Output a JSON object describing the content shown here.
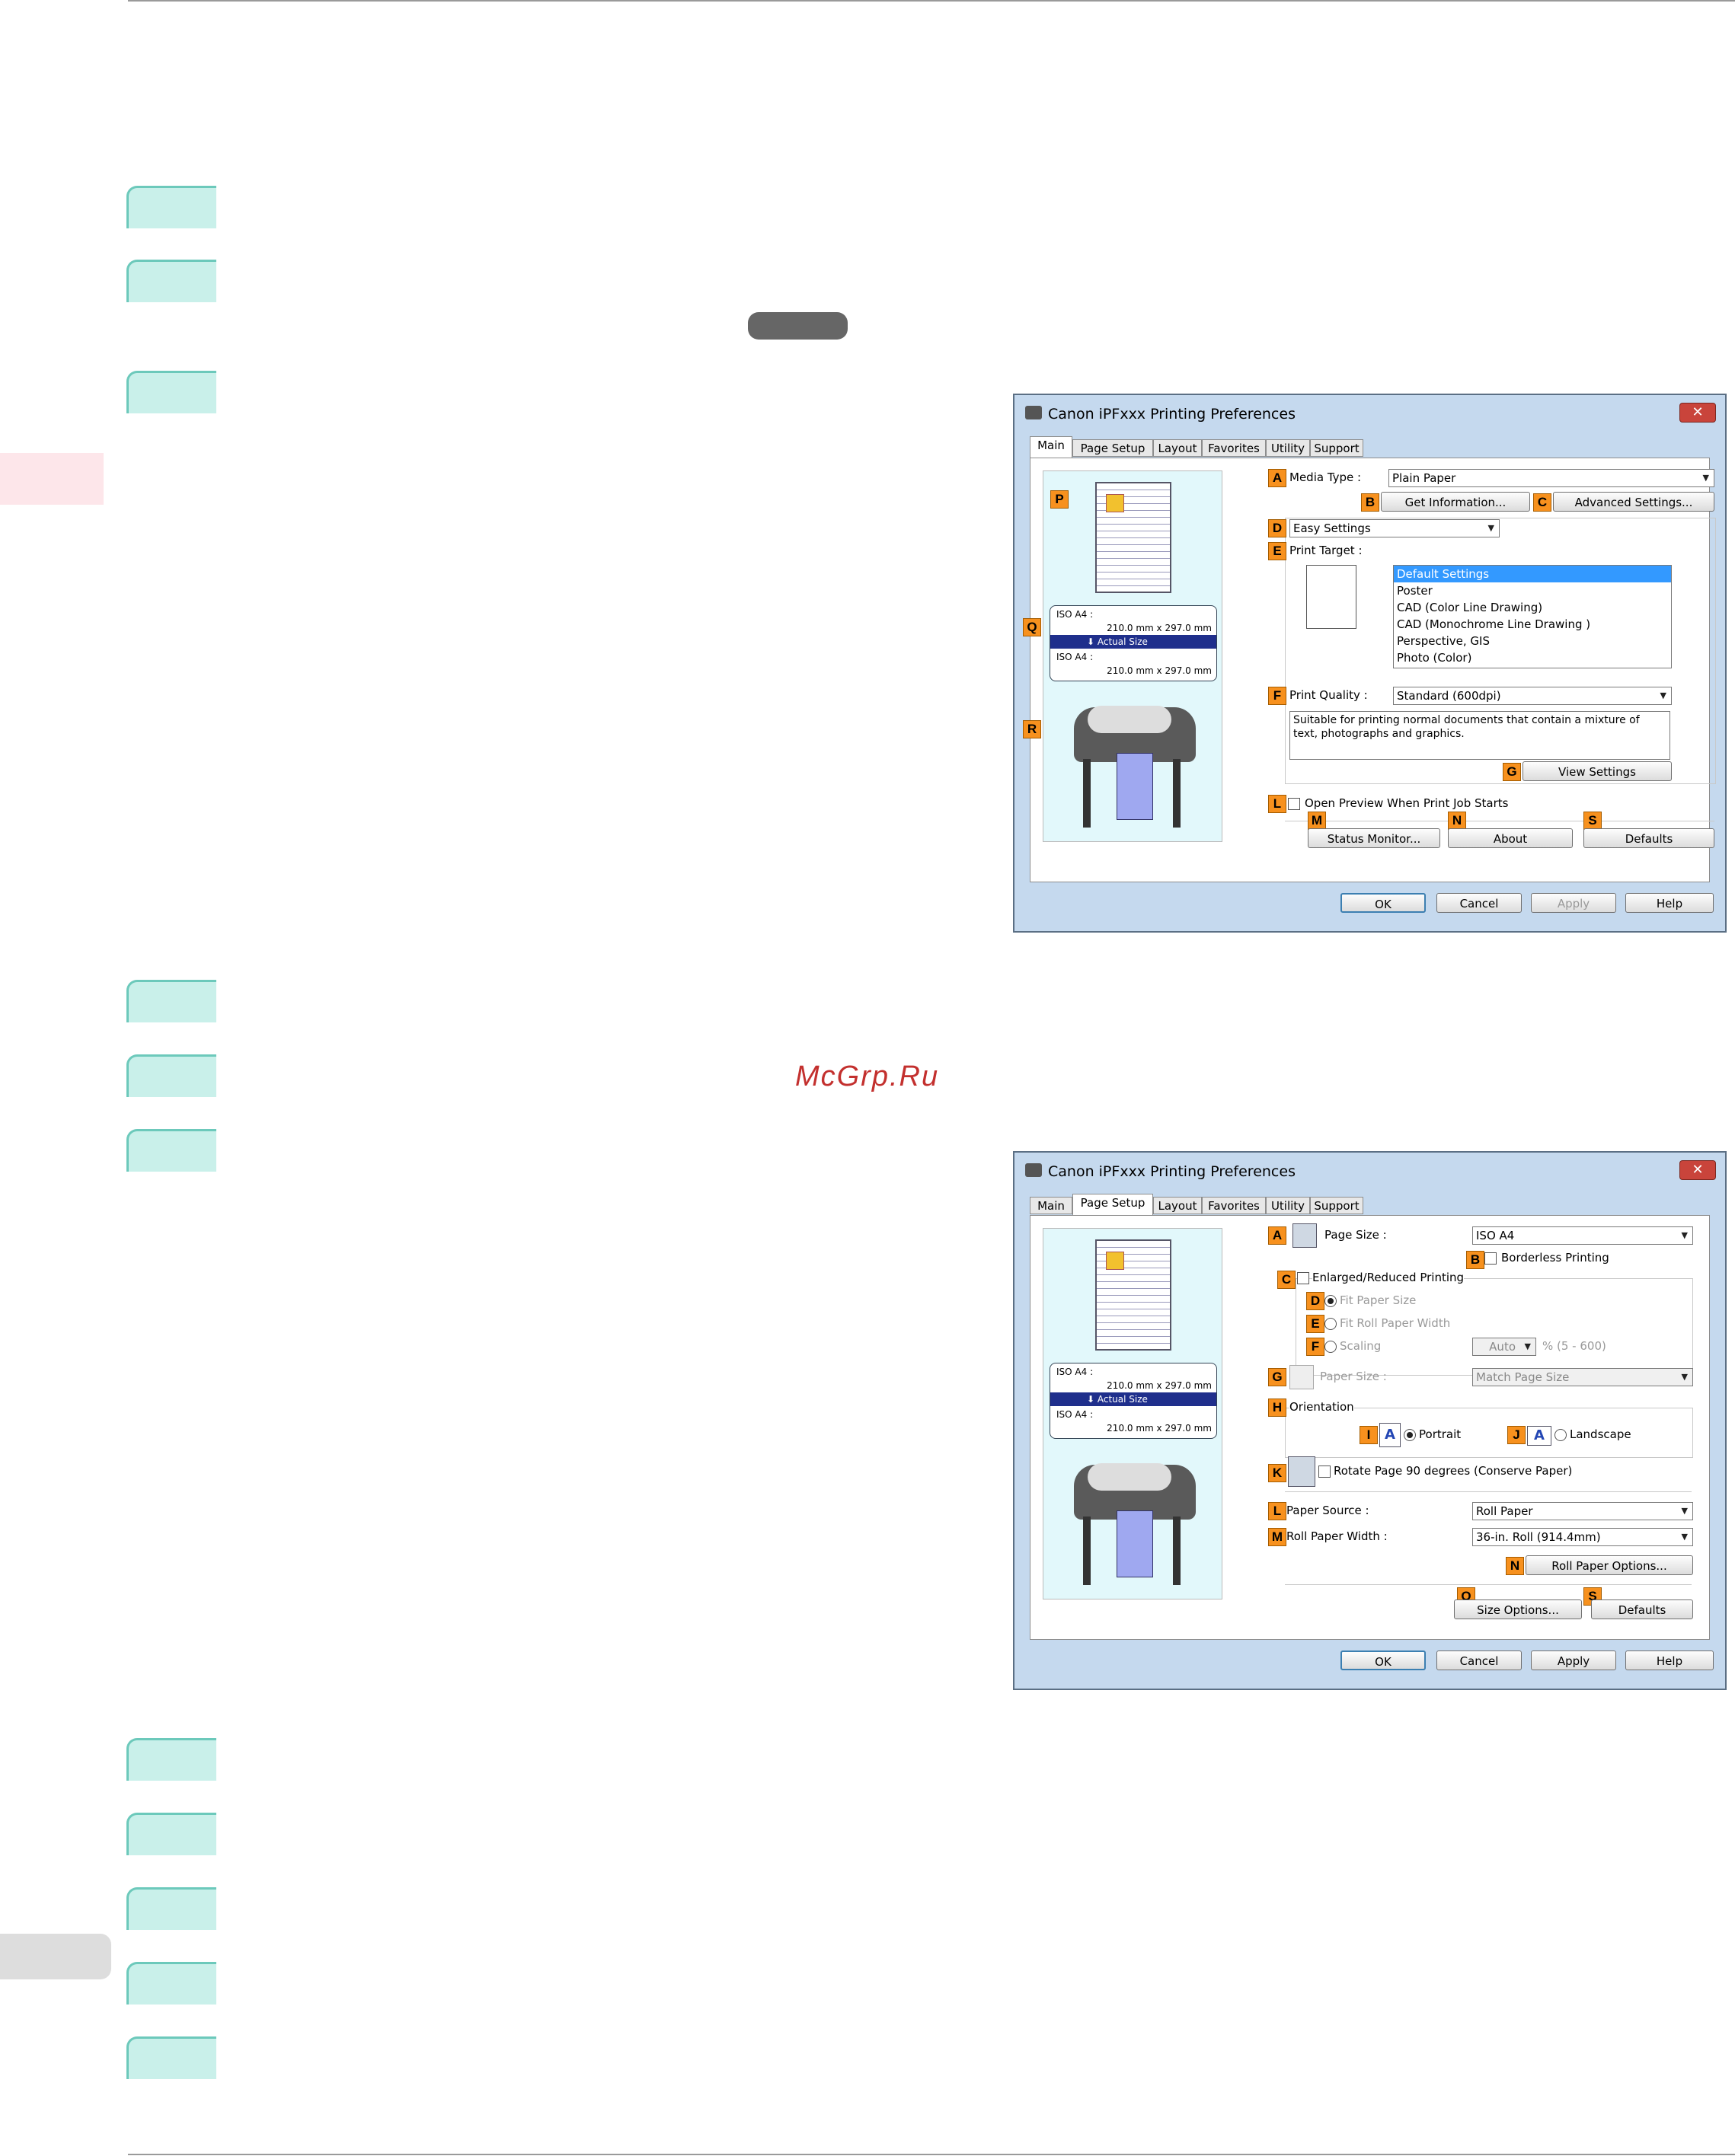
{
  "watermark": "McGrp.Ru",
  "dialog1": {
    "title": "Canon iPFxxx Printing Preferences",
    "close": "✕",
    "tabs": [
      "Main",
      "Page Setup",
      "Layout",
      "Favorites",
      "Utility",
      "Support"
    ],
    "size_box": {
      "line1": "ISO A4 :",
      "dims1": "210.0 mm x 297.0 mm",
      "mode": "Actual Size",
      "line2": "ISO A4 :",
      "dims2": "210.0 mm x 297.0 mm"
    },
    "media_type_label": "Media Type :",
    "media_type_value": "Plain Paper",
    "get_information": "Get Information...",
    "advanced_settings": "Advanced Settings...",
    "easy_settings": "Easy Settings",
    "print_target_label": "Print Target :",
    "print_target_items": [
      "Default Settings",
      "Poster",
      "CAD (Color Line Drawing)",
      "CAD (Monochrome Line Drawing )",
      "Perspective, GIS",
      "Photo (Color)"
    ],
    "print_quality_label": "Print Quality :",
    "print_quality_value": "Standard (600dpi)",
    "description": "Suitable for printing normal documents that contain a mixture of text, photographs and graphics.",
    "view_settings": "View Settings",
    "open_preview": "Open Preview When Print Job Starts",
    "status_monitor": "Status Monitor...",
    "about": "About",
    "defaults": "Defaults",
    "ok": "OK",
    "cancel": "Cancel",
    "apply": "Apply",
    "help": "Help",
    "labels": {
      "A": "A",
      "B": "B",
      "C": "C",
      "D": "D",
      "E": "E",
      "F": "F",
      "G": "G",
      "L": "L",
      "M": "M",
      "N": "N",
      "S": "S",
      "P": "P",
      "Q": "Q",
      "R": "R"
    }
  },
  "dialog2": {
    "title": "Canon iPFxxx Printing Preferences",
    "close": "✕",
    "tabs": [
      "Main",
      "Page Setup",
      "Layout",
      "Favorites",
      "Utility",
      "Support"
    ],
    "page_size_label": "Page Size :",
    "page_size_value": "ISO A4",
    "borderless": "Borderless Printing",
    "enlarged_reduced": "Enlarged/Reduced Printing",
    "fit_paper_size": "Fit Paper Size",
    "fit_roll_width": "Fit Roll Paper Width",
    "scaling": "Scaling",
    "scaling_value": "Auto",
    "scaling_range": "%  (5 - 600)",
    "paper_size_label": "Paper Size :",
    "paper_size_value": "Match Page Size",
    "orientation": "Orientation",
    "portrait": "Portrait",
    "landscape": "Landscape",
    "orient_icon": "A",
    "rotate": "Rotate Page 90 degrees (Conserve Paper)",
    "paper_source_label": "Paper Source :",
    "paper_source_value": "Roll Paper",
    "roll_width_label": "Roll Paper Width :",
    "roll_width_value": "36-in. Roll (914.4mm)",
    "roll_options": "Roll Paper Options...",
    "size_options": "Size Options...",
    "defaults": "Defaults",
    "ok": "OK",
    "cancel": "Cancel",
    "apply": "Apply",
    "help": "Help",
    "labels": {
      "A": "A",
      "B": "B",
      "C": "C",
      "D": "D",
      "E": "E",
      "F": "F",
      "G": "G",
      "H": "H",
      "I": "I",
      "J": "J",
      "K": "K",
      "L": "L",
      "M": "M",
      "N": "N",
      "O": "O",
      "S": "S"
    }
  }
}
